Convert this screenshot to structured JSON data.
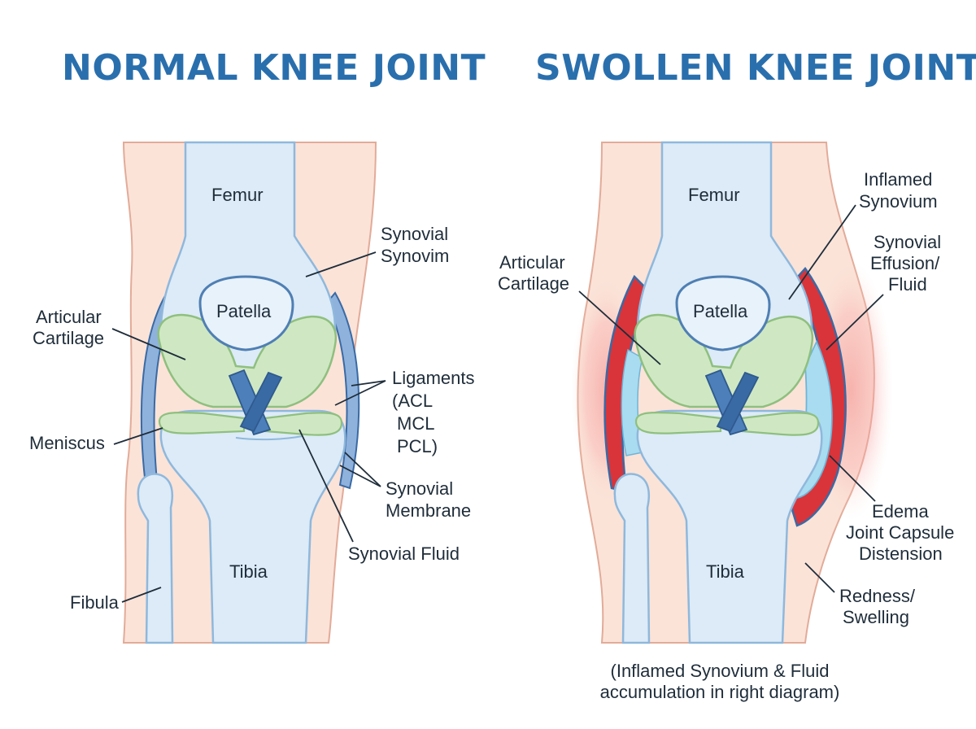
{
  "titles": {
    "normal": "NORMAL KNEE JOINT",
    "swollen": "SWOLLEN KNEE JOINT"
  },
  "normal_labels": {
    "femur": "Femur",
    "patella": "Patella",
    "tibia": "Tibia",
    "synovial_synovim": [
      "Synovial",
      "Synovim"
    ],
    "articular_cartilage": [
      "Articular",
      "Cartilage"
    ],
    "ligaments": [
      "Ligaments",
      "(ACL",
      "MCL",
      "PCL)"
    ],
    "meniscus": "Meniscus",
    "synovial_membrane": [
      "Synovial",
      "Membrane"
    ],
    "synovial_fluid": "Synovial Fluid",
    "fibula": "Fibula"
  },
  "swollen_labels": {
    "femur": "Femur",
    "patella": "Patella",
    "tibia": "Tibia",
    "inflamed_synovium": [
      "Inflamed",
      "Synovium"
    ],
    "articular_cartilage": [
      "Articular",
      "Cartilage"
    ],
    "synovial_effusion": [
      "Synovial",
      "Effusion/",
      "Fluid"
    ],
    "edema": [
      "Edema",
      "Joint Capsule",
      "Distension"
    ],
    "redness": [
      "Redness/",
      "Swelling"
    ]
  },
  "footnote": "(Inflamed Synovium & Fluid accumulation in right diagram)",
  "colors": {
    "title": "#2a6fad",
    "skin": "#fbe3d8",
    "bone": "#dcebf7",
    "bone_outline": "#8fb8dc",
    "cartilage": "#cfe8c3",
    "ligament": "#3a6aa4",
    "inflamed": "#d9343a",
    "effusion": "#a9dcf0"
  }
}
